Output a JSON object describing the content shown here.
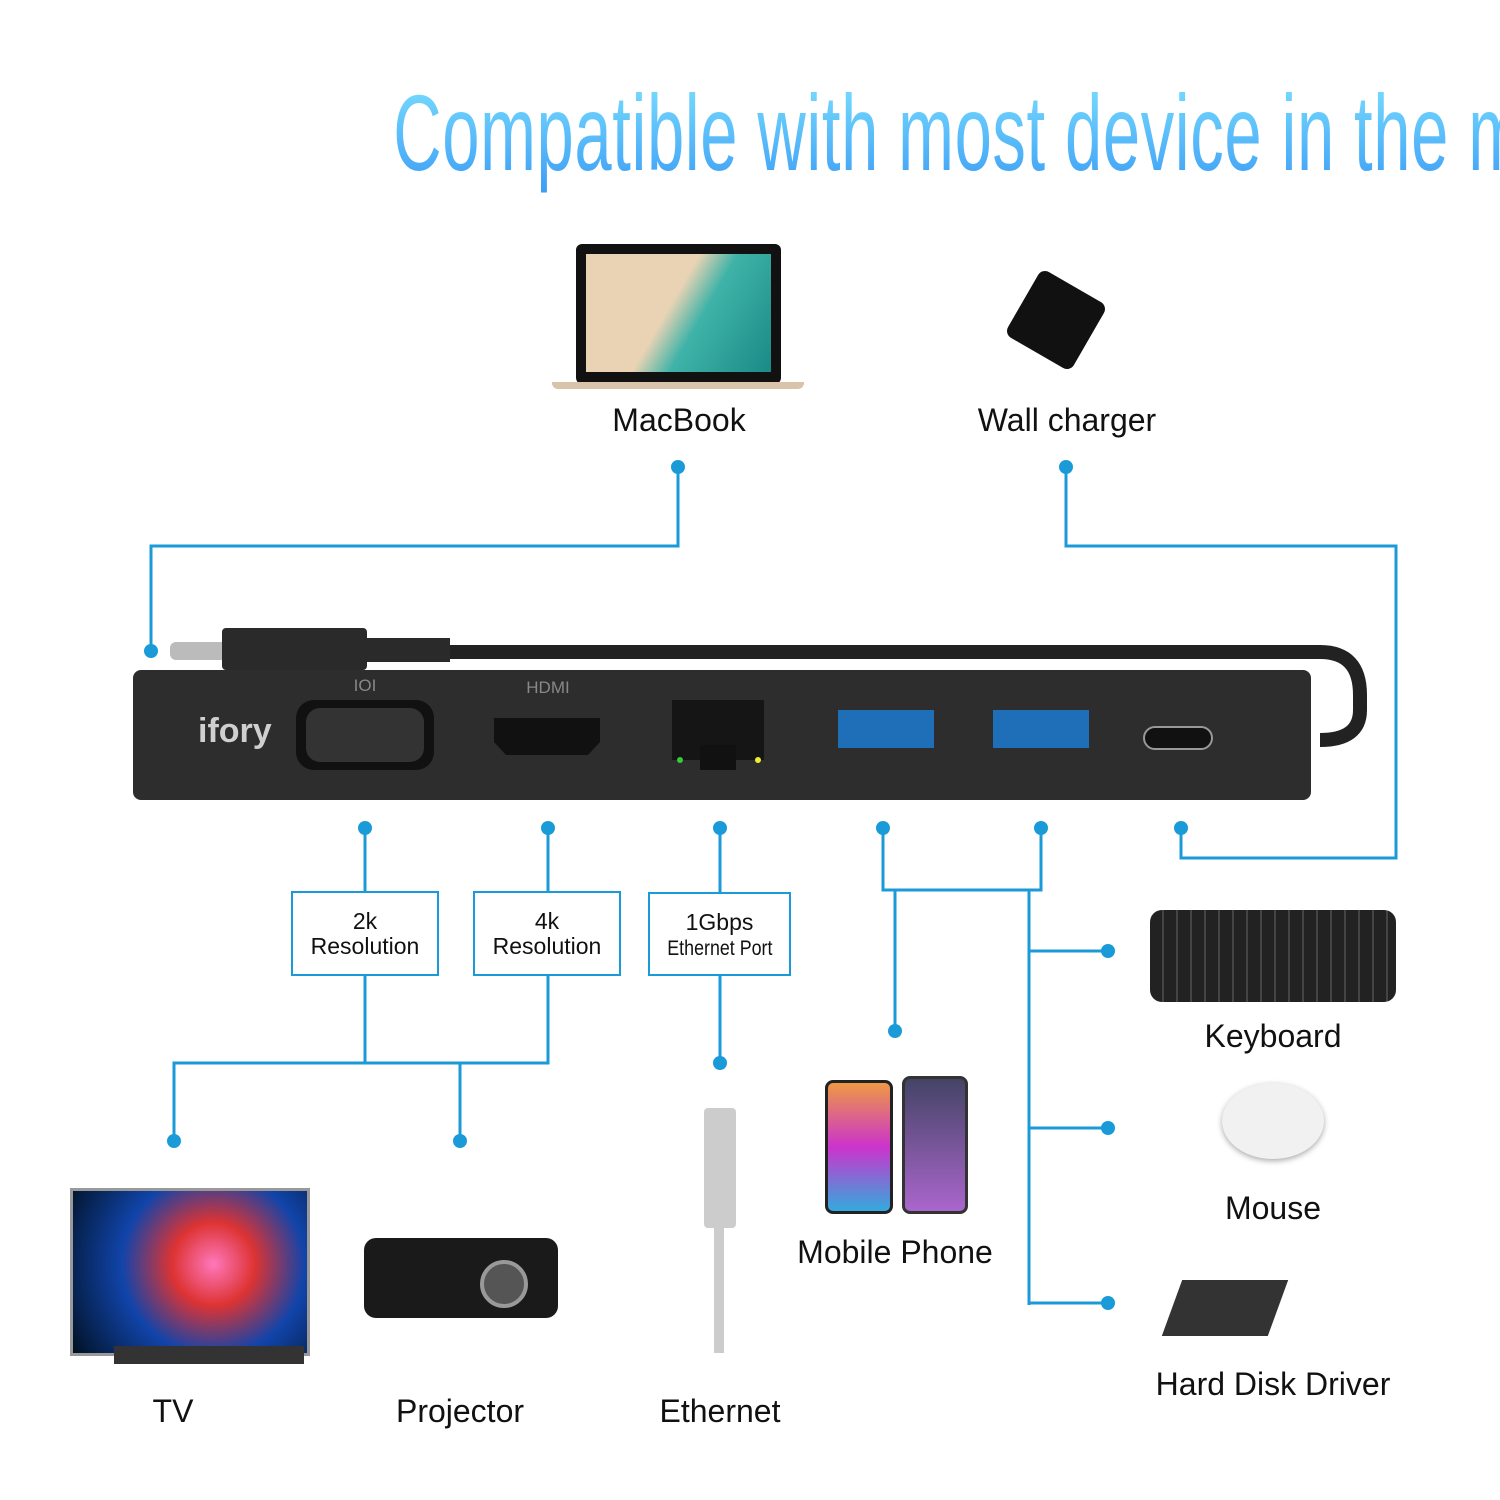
{
  "title": "Compatible with most device in the market",
  "brand": "ifory",
  "accent": "#1b9ad8",
  "ports": {
    "vga": "IOI",
    "hdmi": "HDMI"
  },
  "devices": {
    "macbook": "MacBook",
    "charger": "Wall charger",
    "keyboard": "Keyboard",
    "mouse": "Mouse",
    "hdd": "Hard Disk Driver",
    "phone": "Mobile Phone",
    "tv": "TV",
    "projector": "Projector",
    "ethernet": "Ethernet"
  },
  "specs": {
    "vga": [
      "2k",
      "Resolution"
    ],
    "hdmi": [
      "4k",
      "Resolution"
    ],
    "eth": [
      "1Gbps",
      "Ethernet Port"
    ]
  }
}
